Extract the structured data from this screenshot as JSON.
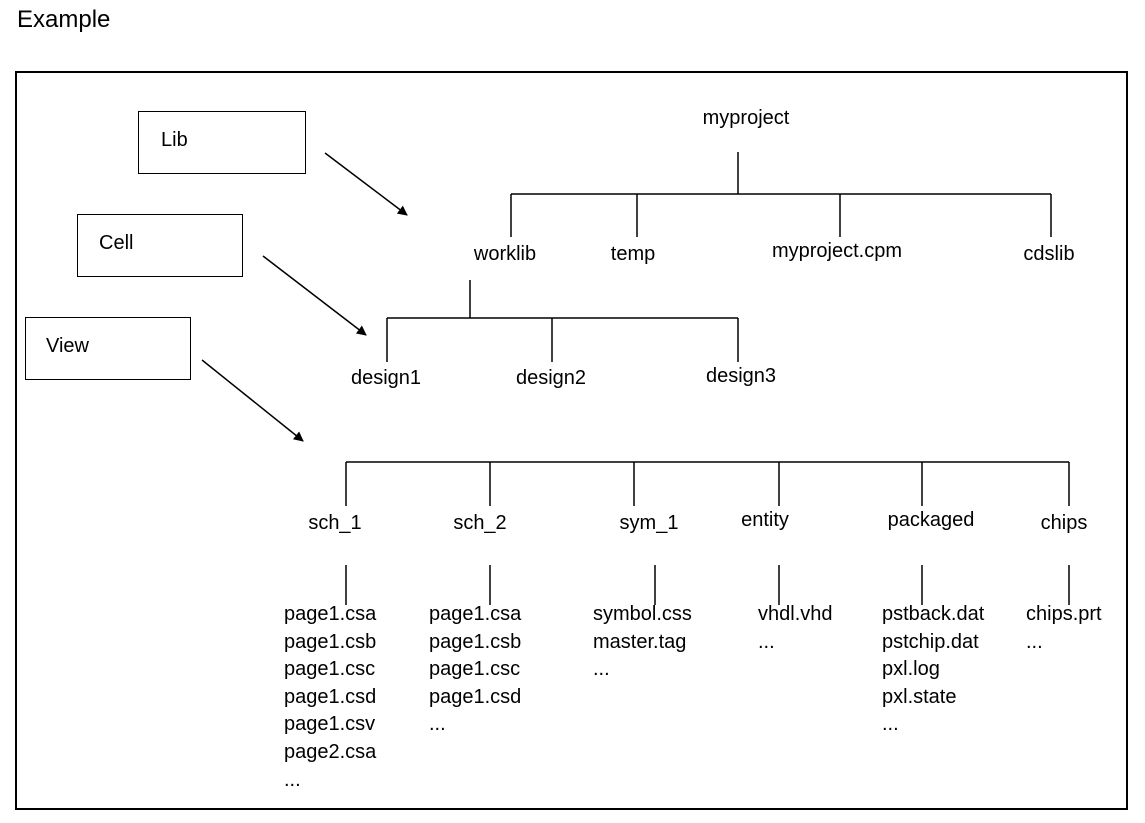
{
  "heading": "Example",
  "levels": {
    "lib": "Lib",
    "cell": "Cell",
    "view": "View"
  },
  "root": "myproject",
  "project_items": [
    "worklib",
    "temp",
    "myproject.cpm",
    "cdslib"
  ],
  "cells": [
    "design1",
    "design2",
    "design3"
  ],
  "views": [
    {
      "name": "sch_1",
      "files": [
        "page1.csa",
        "page1.csb",
        "page1.csc",
        "page1.csd",
        "page1.csv",
        "page2.csa",
        "..."
      ]
    },
    {
      "name": "sch_2",
      "files": [
        "page1.csa",
        "page1.csb",
        "page1.csc",
        "page1.csd",
        "..."
      ]
    },
    {
      "name": "sym_1",
      "files": [
        "symbol.css",
        "master.tag",
        "..."
      ]
    },
    {
      "name": "entity",
      "files": [
        "vhdl.vhd",
        "..."
      ]
    },
    {
      "name": "packaged",
      "files": [
        "pstback.dat",
        "pstchip.dat",
        "pxl.log",
        "pxl.state",
        "..."
      ]
    },
    {
      "name": "chips",
      "files": [
        "chips.prt",
        "..."
      ]
    }
  ]
}
